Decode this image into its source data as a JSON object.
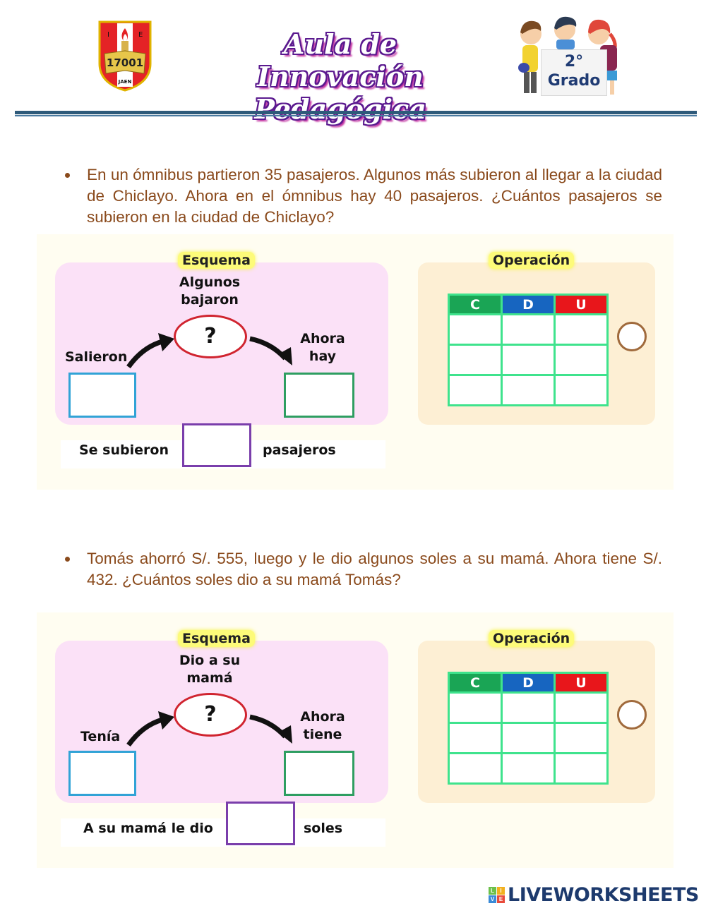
{
  "header": {
    "school_logo": {
      "letters": [
        "I",
        "E"
      ],
      "number": "17001",
      "city": "JAEN"
    },
    "title_line1": "Aula de Innovación",
    "title_line2": "Pedagógica",
    "grade_card": {
      "number": "2°",
      "label": "Grado"
    }
  },
  "problems": [
    {
      "text": "En un ómnibus partieron 35 pasajeros. Algunos más subieron al llegar a la ciudad de Chiclayo. Ahora en el ómnibus hay 40 pasajeros. ¿Cuántos pasajeros se subieron en la ciudad de Chiclayo?",
      "scheme_title": "Esquema",
      "start_label": "Salieron",
      "change_label": "Algunos bajaron",
      "change_symbol": "?",
      "end_label": "Ahora hay",
      "start_value": "",
      "end_value": "",
      "answer_prefix": "Se subieron",
      "answer_value": "",
      "answer_suffix": "pasajeros",
      "operation_title": "Operación",
      "operation_headers": [
        "C",
        "D",
        "U"
      ],
      "operation_rows": [
        [
          "",
          "",
          ""
        ],
        [
          "",
          "",
          ""
        ],
        [
          "",
          "",
          ""
        ]
      ],
      "operator_value": ""
    },
    {
      "text": "Tomás ahorró S/. 555, luego y le dio algunos soles a su mamá. Ahora tiene S/. 432. ¿Cuántos soles dio a su mamá Tomás?",
      "scheme_title": "Esquema",
      "start_label": "Tenía",
      "change_label": "Dio a su mamá",
      "change_symbol": "?",
      "end_label": "Ahora tiene",
      "start_value": "",
      "end_value": "",
      "answer_prefix": "A su mamá le dio",
      "answer_value": "",
      "answer_suffix": "soles",
      "operation_title": "Operación",
      "operation_headers": [
        "C",
        "D",
        "U"
      ],
      "operation_rows": [
        [
          "",
          "",
          ""
        ],
        [
          "",
          "",
          ""
        ],
        [
          "",
          "",
          ""
        ]
      ],
      "operator_value": ""
    }
  ],
  "colors": {
    "problem_text": "#8a4a1c",
    "header_C": "#1aa555",
    "header_D": "#1765c0",
    "header_U": "#e8161b",
    "rule": "#2e5a7a"
  },
  "footer": {
    "brand": "LIVEWORKSHEETS",
    "brand_icon_letters": [
      "L",
      "I",
      "V",
      "E"
    ]
  }
}
